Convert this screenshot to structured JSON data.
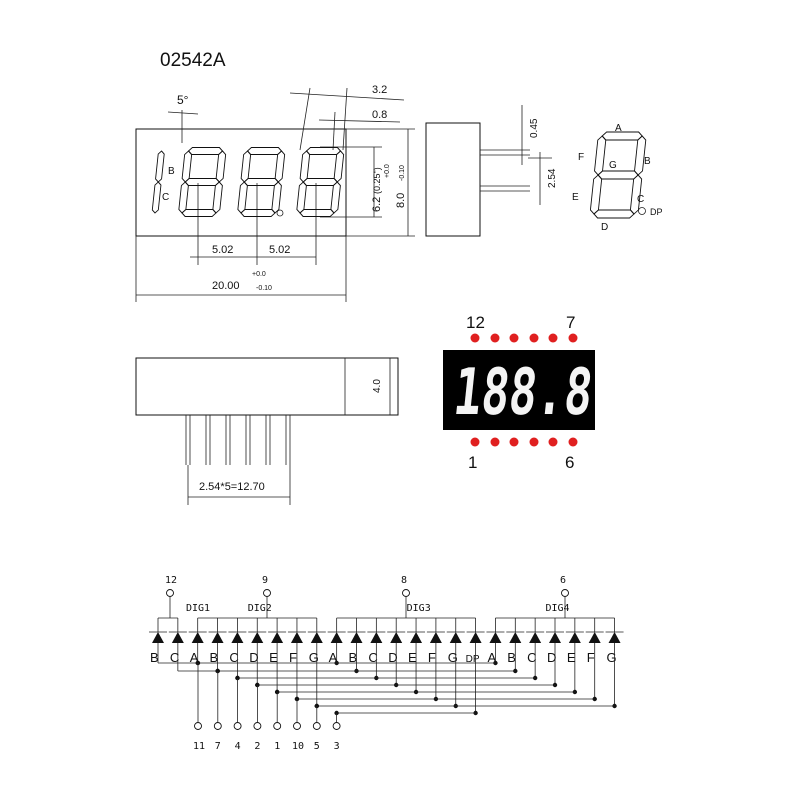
{
  "title": "02542A",
  "front_view": {
    "angle": "5°",
    "dim_segment_width": "3.2",
    "dim_segment_thickness": "0.8",
    "dim_digit_height": "6.2",
    "dim_digit_height_inch": "(0.25\")",
    "dim_height": "8.0",
    "dim_height_tol_plus": "+0.0",
    "dim_height_tol_minus": "-0.10",
    "dim_pitch_1": "5.02",
    "dim_pitch_2": "5.02",
    "dim_width": "20.00",
    "dim_width_tol_plus": "+0.0",
    "dim_width_tol_minus": "-0.10",
    "seg_label_b": "B",
    "seg_label_c": "C"
  },
  "side_view": {
    "dim_pin_width": "0.45",
    "dim_pin_pitch": "2.54"
  },
  "segment_map": {
    "labels": [
      "A",
      "B",
      "C",
      "D",
      "E",
      "F",
      "G",
      "DP"
    ]
  },
  "bottom_view": {
    "dim_depth": "4.0",
    "dim_pin_span": "2.54*5=12.70"
  },
  "pinout_view": {
    "pin_top_left": "12",
    "pin_top_right": "7",
    "pin_bottom_left": "1",
    "pin_bottom_right": "6",
    "led_color": "#e02020",
    "display": "188.8"
  },
  "circuit": {
    "digits": [
      {
        "name": "DIG1",
        "pin": "12",
        "segments": [
          "B",
          "C"
        ]
      },
      {
        "name": "DIG2",
        "pin": "9",
        "segments": [
          "A",
          "B",
          "C",
          "D",
          "E",
          "F",
          "G"
        ]
      },
      {
        "name": "DIG3",
        "pin": "8",
        "segments": [
          "A",
          "B",
          "C",
          "D",
          "E",
          "F",
          "G",
          "DP"
        ]
      },
      {
        "name": "DIG4",
        "pin": "6",
        "segments": [
          "A",
          "B",
          "C",
          "D",
          "E",
          "F",
          "G"
        ]
      }
    ],
    "segment_pins": [
      {
        "segment": "A",
        "pin": "11"
      },
      {
        "segment": "B",
        "pin": "7"
      },
      {
        "segment": "C",
        "pin": "4"
      },
      {
        "segment": "D",
        "pin": "2"
      },
      {
        "segment": "E",
        "pin": "1"
      },
      {
        "segment": "F",
        "pin": "10"
      },
      {
        "segment": "G",
        "pin": "5"
      },
      {
        "segment": "DP",
        "pin": "3"
      }
    ]
  }
}
